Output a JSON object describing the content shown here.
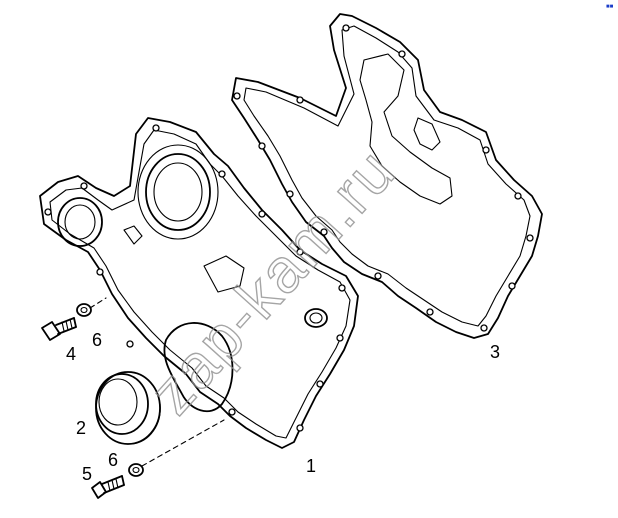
{
  "callouts": {
    "c1": "1",
    "c2": "2",
    "c3": "3",
    "c4": "4",
    "c5": "5",
    "c6a": "6",
    "c6b": "6"
  },
  "watermark": "zap-kam.ru",
  "corner_mark": "■■",
  "colors": {
    "line": "#000000",
    "watermark": "#8f8f8f",
    "corner_mark": "#1a3cc8"
  }
}
